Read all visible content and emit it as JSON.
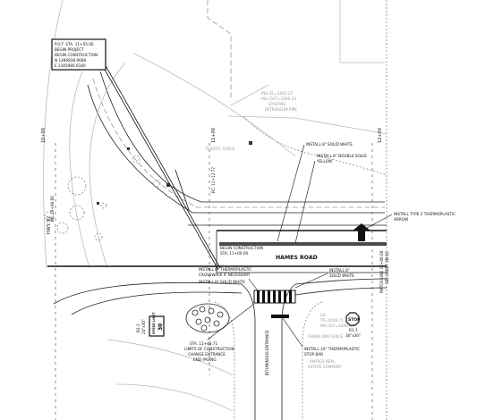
{
  "pot_box": {
    "line1": "P.O.T. STA. 11+55.00",
    "line2": "BEGIN PROJECT",
    "line3": "BEGIN CONSTRUCTION",
    "line4": "N 1486838.9668",
    "line5": "E 2185980.6180"
  },
  "stations": {
    "s10": "10+00",
    "s11": "11+00",
    "s12": "12+00",
    "bp": "BP: 10+00.00",
    "pc": "PC: 11+12.77",
    "match": "MATCH LINE 12+00.00",
    "match2": "SEE SHEET 2B-02"
  },
  "road": {
    "hwy": "HWY. 92",
    "hames": "HAMES ROAD"
  },
  "callouts": {
    "solid_white_top": "INSTALL 8\" SOLID WHITE",
    "double_yellow_1": "INSTALL 8\" DOUBLE SOLID",
    "double_yellow_2": "YELLOW",
    "arrow_1": "INSTALL TYPE 2 THERMOPLASTIC",
    "arrow_2": "ARROW",
    "begin_constr_1": "BEGIN CONSTRUCTION",
    "begin_constr_2": "STA. 11+00.00",
    "thermo_1": "INSTALL 8\" THERMOPLASTIC",
    "thermo_2": "CROSSWALK IF NECESSARY",
    "solid_white_left": "INSTALL 8\" SOLID WHITE",
    "solid_white_right_1": "INSTALL 8\"",
    "solid_white_right_2": "SOLID WHITE",
    "stop_bar_1": "INSTALL 24\" THERMOPLASTIC",
    "stop_bar_2": "STOP BAR",
    "limits_1": "STA. 11+46.71",
    "limits_2": "LIMITS OF CONSTRUCTION",
    "limits_3": "CHANGE ENTRANCE",
    "limits_4": "END PAVING",
    "bituminous": "BITUMINOUS ENTRANCE",
    "existing_pipe_1": "EXISTING",
    "existing_pipe_2": "PETROLEUM PIPE",
    "plastic_fence": "PLASTIC FENCE",
    "chain_link": "CHAIN LINK FENCE",
    "amfico_1": "AMFICO REAL",
    "amfico_2": "ESTATE COMPANY",
    "uppercase_inv_1": "INV. EL=1000.25",
    "uppercase_inv_2": "INV. OUT=1000.24",
    "ld_label": "LD",
    "ld_top": "TP=1006.71",
    "ld_inv": "INV. ELF=1000.01"
  },
  "signs": {
    "stop": "STOP",
    "stop_code": "R1-1",
    "stop_size": "30\"x30\"",
    "speed_limit": "SPEED LIMIT",
    "speed_value": "30",
    "speed_code": "R2-1",
    "speed_size": "24\"x30\""
  }
}
